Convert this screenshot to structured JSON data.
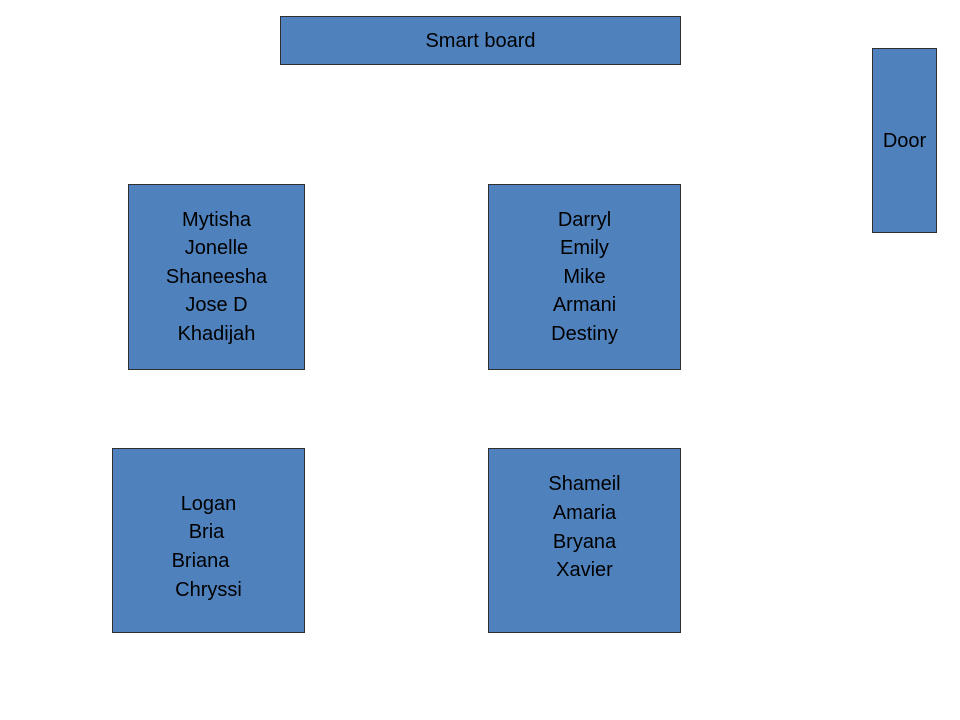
{
  "smartboard": {
    "label": "Smart board"
  },
  "door": {
    "label": "Door"
  },
  "tables": [
    {
      "students": [
        "Mytisha",
        "Jonelle",
        "Shaneesha",
        "Jose D",
        "Khadijah"
      ]
    },
    {
      "students": [
        "Darryl",
        "Emily",
        "Mike",
        "Armani",
        "Destiny"
      ]
    },
    {
      "students": [
        "Logan",
        "Bria",
        "Briana",
        "Chryssi"
      ]
    },
    {
      "students": [
        "Shameil",
        "Amaria",
        "Bryana",
        "Xavier"
      ]
    }
  ],
  "colors": {
    "box_fill": "#4f81bd",
    "box_border": "#2f2f2f",
    "background": "#ffffff",
    "text": "#000000"
  }
}
